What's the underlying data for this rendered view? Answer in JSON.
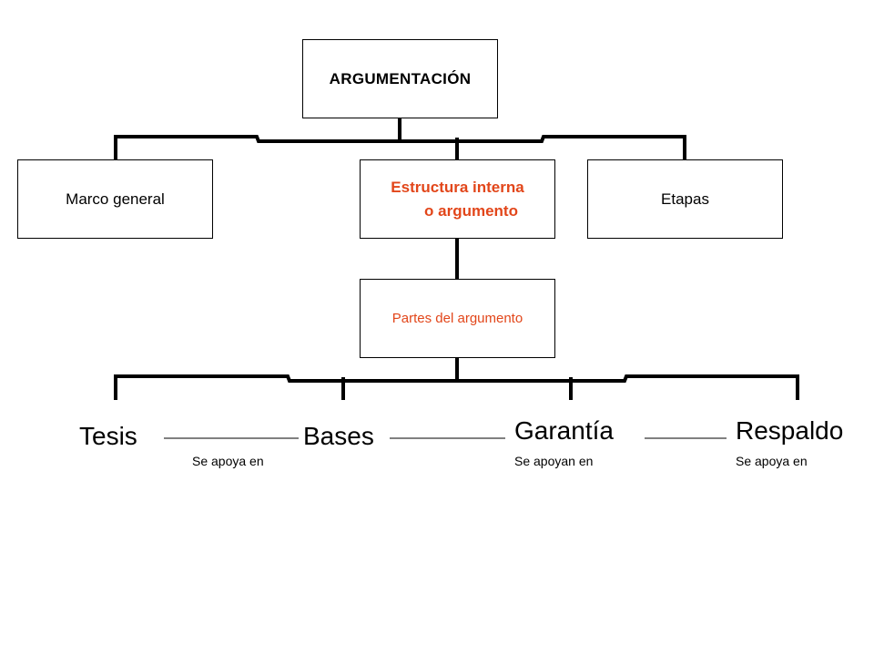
{
  "diagram": {
    "root": {
      "label": "ARGUMENTACIÓN"
    },
    "branches": [
      {
        "label": "Marco general"
      },
      {
        "label_line1": "Estructura interna",
        "label_line2": "o argumento"
      },
      {
        "label": "Etapas"
      }
    ],
    "sub_node": {
      "label": "Partes del argumento"
    },
    "parts": [
      "Tesis",
      "Bases",
      "Garantía",
      "Respaldo"
    ],
    "relations": [
      "Se apoya en",
      "Se apoyan en",
      "Se apoya en"
    ]
  },
  "colors": {
    "accent": "#e2461a",
    "line": "#000000",
    "background": "#ffffff"
  }
}
